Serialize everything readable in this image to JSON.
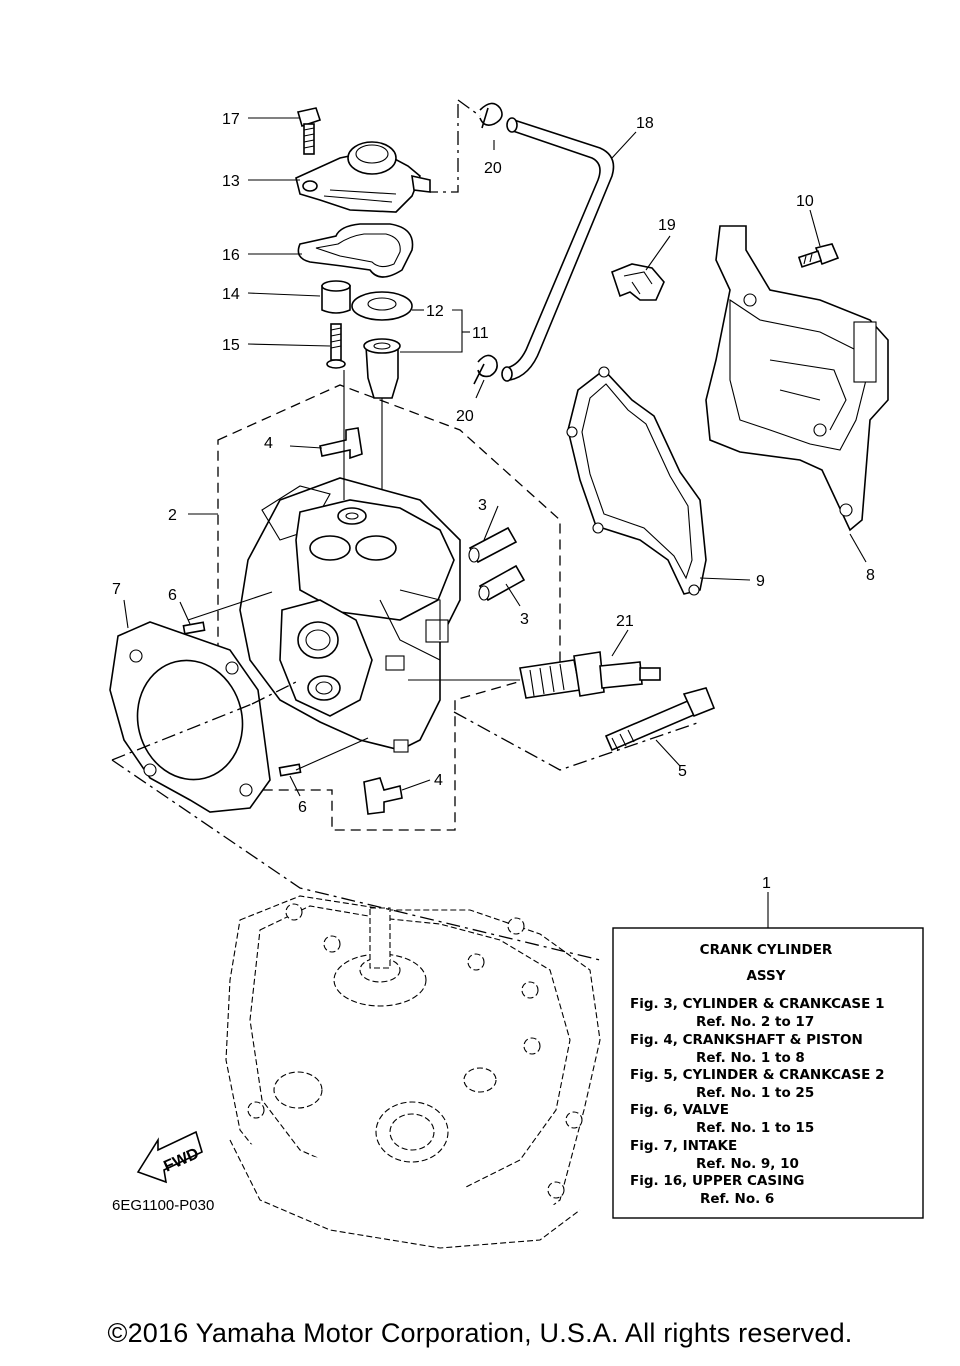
{
  "callouts": {
    "c1": "1",
    "c2": "2",
    "c3a": "3",
    "c3b": "3",
    "c4a": "4",
    "c4b": "4",
    "c5": "5",
    "c6a": "6",
    "c6b": "6",
    "c7": "7",
    "c8": "8",
    "c9": "9",
    "c10": "10",
    "c11": "11",
    "c12": "12",
    "c13": "13",
    "c14": "14",
    "c15": "15",
    "c16": "16",
    "c17": "17",
    "c18": "18",
    "c19": "19",
    "c20a": "20",
    "c20b": "20",
    "c21": "21"
  },
  "reference_box": {
    "title_line1": "CRANK CYLINDER",
    "title_line2": "ASSY",
    "lines": [
      "Fig. 3, CYLINDER & CRANKCASE 1",
      "Ref. No. 2 to 17",
      "Fig. 4, CRANKSHAFT & PISTON",
      "Ref. No. 1 to 8",
      "Fig. 5, CYLINDER & CRANKCASE 2",
      "Ref. No. 1 to 25",
      "Fig. 6, VALVE",
      "Ref. No. 1 to 15",
      "Fig. 7, INTAKE",
      "Ref. No. 9, 10",
      "Fig. 16, UPPER CASING",
      "Ref. No. 6"
    ]
  },
  "fwd_label": "FWD",
  "diagram_code": "6EG1100-P030",
  "copyright": "©2016 Yamaha Motor Corporation, U.S.A. All rights reserved."
}
